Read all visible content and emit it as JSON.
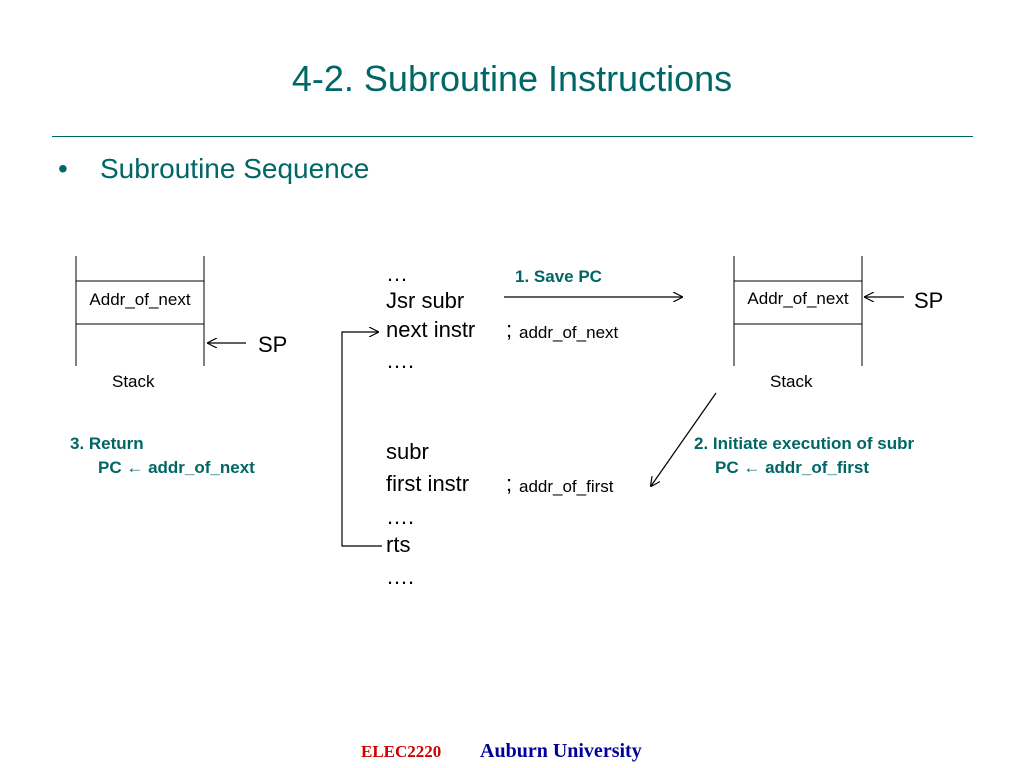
{
  "slide": {
    "title": "4-2.  Subroutine Instructions",
    "bullet_marker": "•",
    "bullet_text": "Subroutine Sequence"
  },
  "left_stack": {
    "cell": "Addr_of_next",
    "label": "Stack",
    "sp": "SP"
  },
  "right_stack": {
    "cell": "Addr_of_next",
    "label": "Stack",
    "sp": "SP"
  },
  "code": {
    "line1": "…",
    "line2": "Jsr   subr",
    "line3": "next instr",
    "line3_comment_semicolon": ";",
    "line3_comment": "addr_of_next",
    "line4": "….",
    "line5": "subr",
    "line6": "first instr",
    "line6_comment_semicolon": ";",
    "line6_comment": "addr_of_first",
    "line7": "….",
    "line8": "rts",
    "line9": "…."
  },
  "steps": {
    "save": "1. Save   PC",
    "initiate_line1": "2. Initiate execution of subr",
    "initiate_line2": "PC  addr_of_first",
    "return_line1": "3. Return",
    "return_line2": "PC  addr_of_next"
  },
  "footer": {
    "course": "ELEC2220",
    "university": "Auburn University"
  },
  "colors": {
    "accent": "#006666",
    "footer_course": "#cc0000",
    "footer_university": "#000099"
  }
}
